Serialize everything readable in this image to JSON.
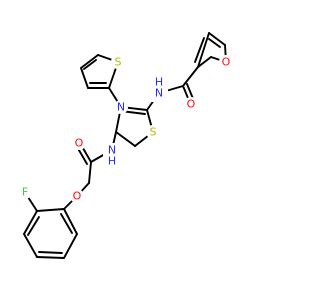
{
  "colors": {
    "bond": "#000000",
    "C": "#000000",
    "S": "#b8b800",
    "N": "#2a2aff",
    "O": "#ff0d0d",
    "F": "#43c443"
  },
  "labels": {
    "s_thiophene": "S",
    "s_thiazole": "S",
    "o_furan": "O",
    "o_carbonyl_right": "O",
    "o_carbonyl_left": "O",
    "o_ether": "O",
    "n_amide_right": "N",
    "h_amide_right": "H",
    "n_thiazole": "N",
    "n_amide_left": "N",
    "h_amide_left": "H",
    "f_fluoro": "F"
  }
}
